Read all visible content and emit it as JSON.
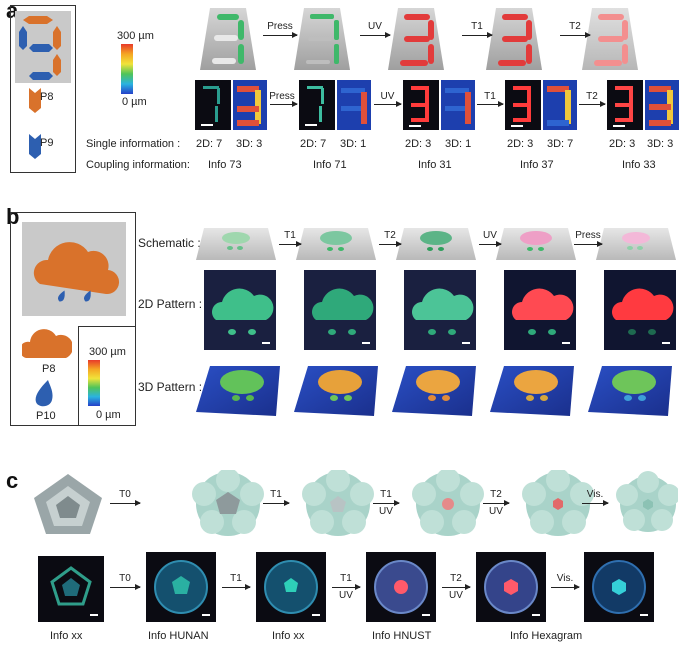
{
  "panel_a": {
    "label": "a",
    "legend": {
      "p8": "P8",
      "p9": "P9"
    },
    "colorbar": {
      "max": "300 µm",
      "min": "0 µm"
    },
    "arrows_top": [
      "Press",
      "UV",
      "T1",
      "T2"
    ],
    "arrows_bottom": [
      "Press",
      "UV",
      "T1",
      "T2"
    ],
    "row_single_label": "Single information :",
    "row_coupling_label": "Coupling information:",
    "single": [
      {
        "d2": "2D: 7",
        "d3": "3D: 3"
      },
      {
        "d2": "2D: 7",
        "d3": "3D: 1"
      },
      {
        "d2": "2D: 3",
        "d3": "3D: 1"
      },
      {
        "d2": "2D: 3",
        "d3": "3D: 7"
      },
      {
        "d2": "2D: 3",
        "d3": "3D: 3"
      }
    ],
    "coupling": [
      "Info  73",
      "Info  71",
      "Info  31",
      "Info  37",
      "Info  33"
    ]
  },
  "panel_b": {
    "label": "b",
    "legend": {
      "p8": "P8",
      "p10": "P10"
    },
    "colorbar": {
      "max": "300 µm",
      "min": "0 µm"
    },
    "rows": [
      "Schematic :",
      "2D Pattern :",
      "3D Pattern :"
    ],
    "arrows": [
      "T1",
      "T2",
      "UV",
      "Press"
    ]
  },
  "panel_c": {
    "label": "c",
    "arrows_top": [
      {
        "top": "T0",
        "bottom": ""
      },
      {
        "top": "T1",
        "bottom": ""
      },
      {
        "top": "T1",
        "bottom": "UV"
      },
      {
        "top": "T2",
        "bottom": "UV"
      },
      {
        "top": "Vis.",
        "bottom": ""
      }
    ],
    "arrows_bottom": [
      {
        "top": "T0",
        "bottom": ""
      },
      {
        "top": "T1",
        "bottom": ""
      },
      {
        "top": "T1",
        "bottom": "UV"
      },
      {
        "top": "T2",
        "bottom": "UV"
      },
      {
        "top": "Vis.",
        "bottom": ""
      }
    ],
    "info": [
      "Info xx",
      "Info HUNAN",
      "Info xx",
      "Info HNUST",
      "Info  Hexagram"
    ]
  },
  "colors": {
    "green": "#3fb86a",
    "red": "#e23b3b",
    "orange": "#d9722b",
    "blue": "#2d5fb0",
    "gray": "#c8c8c8",
    "flower": "#a9d3c9"
  }
}
